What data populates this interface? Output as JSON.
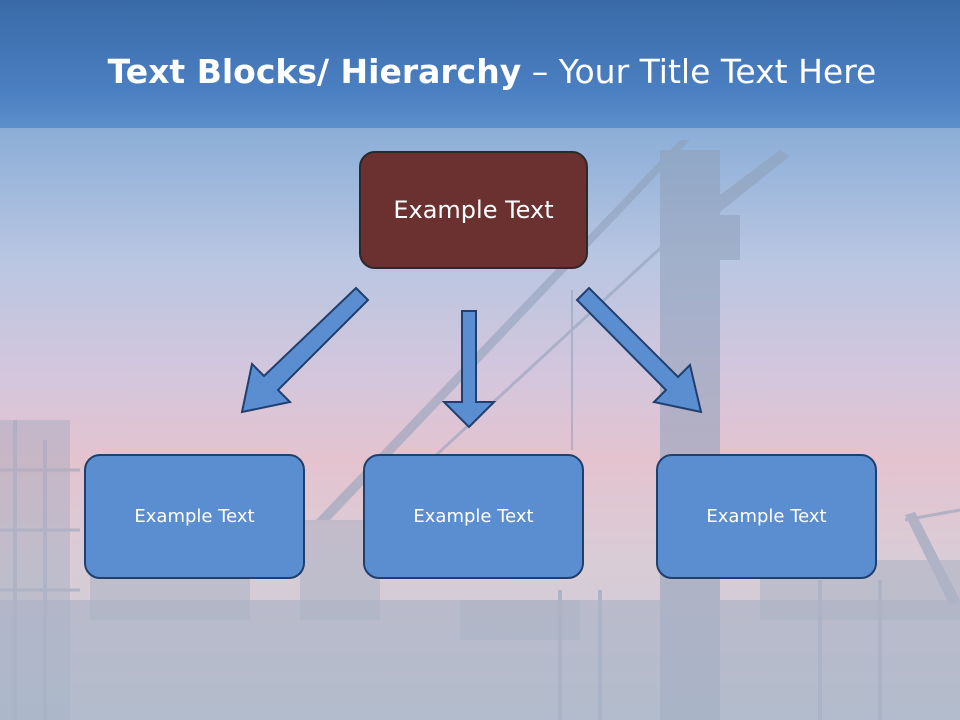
{
  "title": {
    "bold": "Text Blocks/ Hierarchy",
    "regular": " – Your Title Text Here"
  },
  "top_box": {
    "label": "Example Text",
    "color": "#6b3030"
  },
  "children": [
    {
      "label": "Example Text"
    },
    {
      "label": "Example Text"
    },
    {
      "label": "Example Text"
    }
  ],
  "colors": {
    "title_bar": "#4a7fc1",
    "child_fill": "#5b8ed0",
    "arrow_fill": "#5b8ed0",
    "arrow_stroke": "#1f3f6e"
  }
}
